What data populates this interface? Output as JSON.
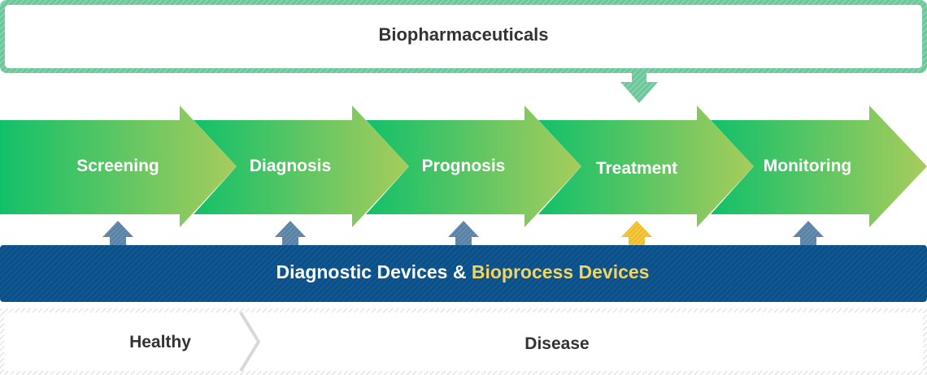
{
  "top_box": {
    "label": "Biopharmaceuticals"
  },
  "stages": [
    {
      "label": "Screening"
    },
    {
      "label": "Diagnosis"
    },
    {
      "label": "Prognosis"
    },
    {
      "label": "Treatment"
    },
    {
      "label": "Monitoring"
    }
  ],
  "devices_bar": {
    "part1": "Diagnostic Devices & ",
    "part2": "Bioprocess Devices"
  },
  "bottom_bar": {
    "healthy": "Healthy",
    "disease": "Disease"
  },
  "colors": {
    "top_border": "#7fcfa8",
    "arrow_start": "#12c06a",
    "arrow_end": "#a8cc5c",
    "devices_bg": "#0b5089",
    "devices_highlight": "#f4d35e",
    "up_arrow": "#5f86a8",
    "up_arrow_highlight": "#f2c233",
    "down_arrow": "#7fcfa8"
  }
}
